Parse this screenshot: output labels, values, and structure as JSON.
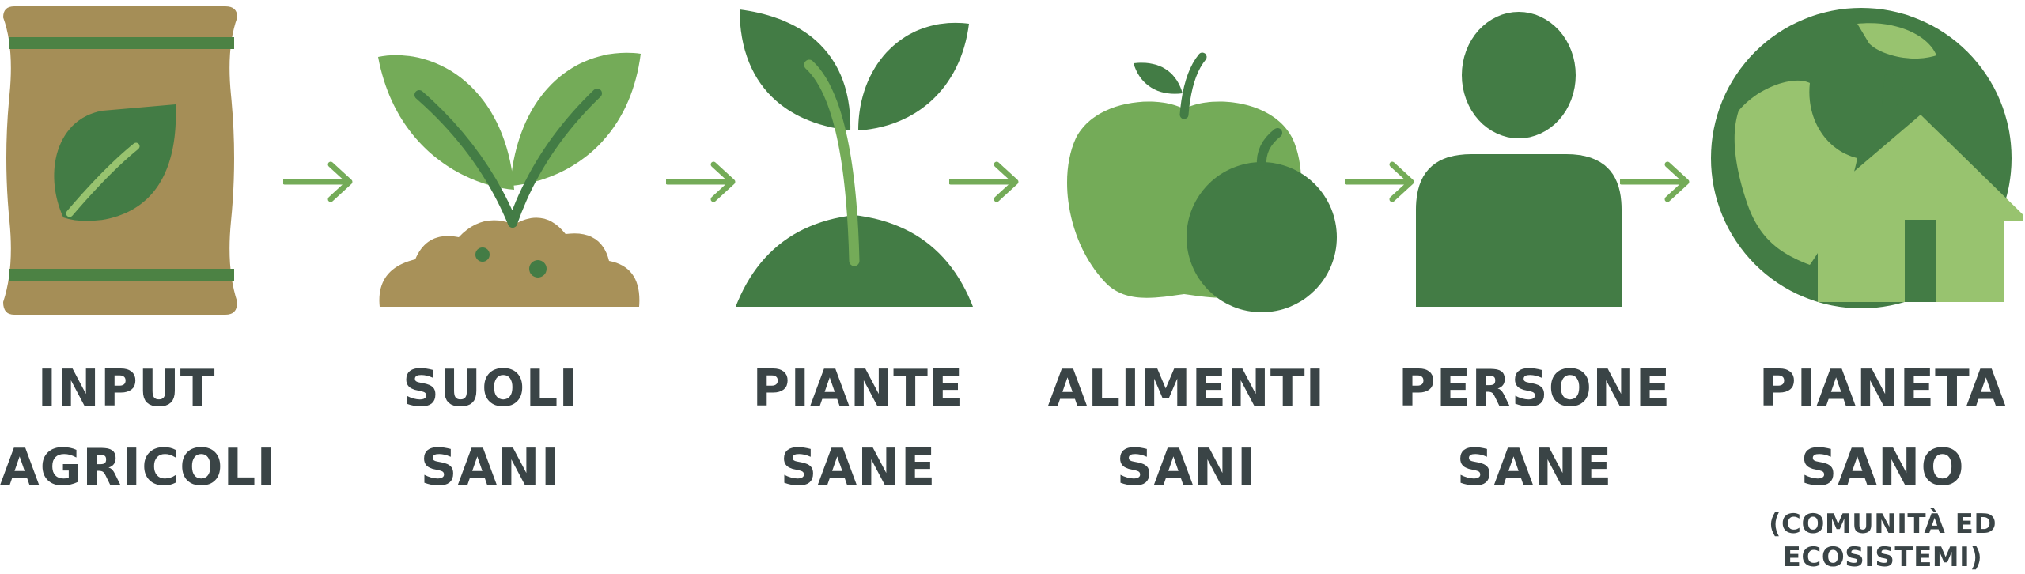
{
  "colors": {
    "dark_green": "#437c45",
    "light_green": "#74ab58",
    "pale_green": "#98c36f",
    "soil": "#a89159",
    "bag": "#a58e57",
    "bag_band": "#4c8244",
    "arrow": "#74ab58",
    "text": "#3a4446"
  },
  "steps": [
    {
      "icon": "fertilizer-bag-icon",
      "line1": "INPUT",
      "line2": "AGRICOLI"
    },
    {
      "icon": "sprout-in-soil-icon",
      "line1": "SUOLI",
      "line2": "SANI"
    },
    {
      "icon": "growing-plant-icon",
      "line1": "PIANTE",
      "line2": "SANE"
    },
    {
      "icon": "apples-icon",
      "line1": "ALIMENTI",
      "line2": "SANI"
    },
    {
      "icon": "person-icon",
      "line1": "PERSONE",
      "line2": "SANE"
    },
    {
      "icon": "planet-house-icon",
      "line1": "PIANETA",
      "line2": "SANO",
      "note_line1": "(COMUNITÀ ED",
      "note_line2": "ECOSISTEMI)"
    }
  ]
}
